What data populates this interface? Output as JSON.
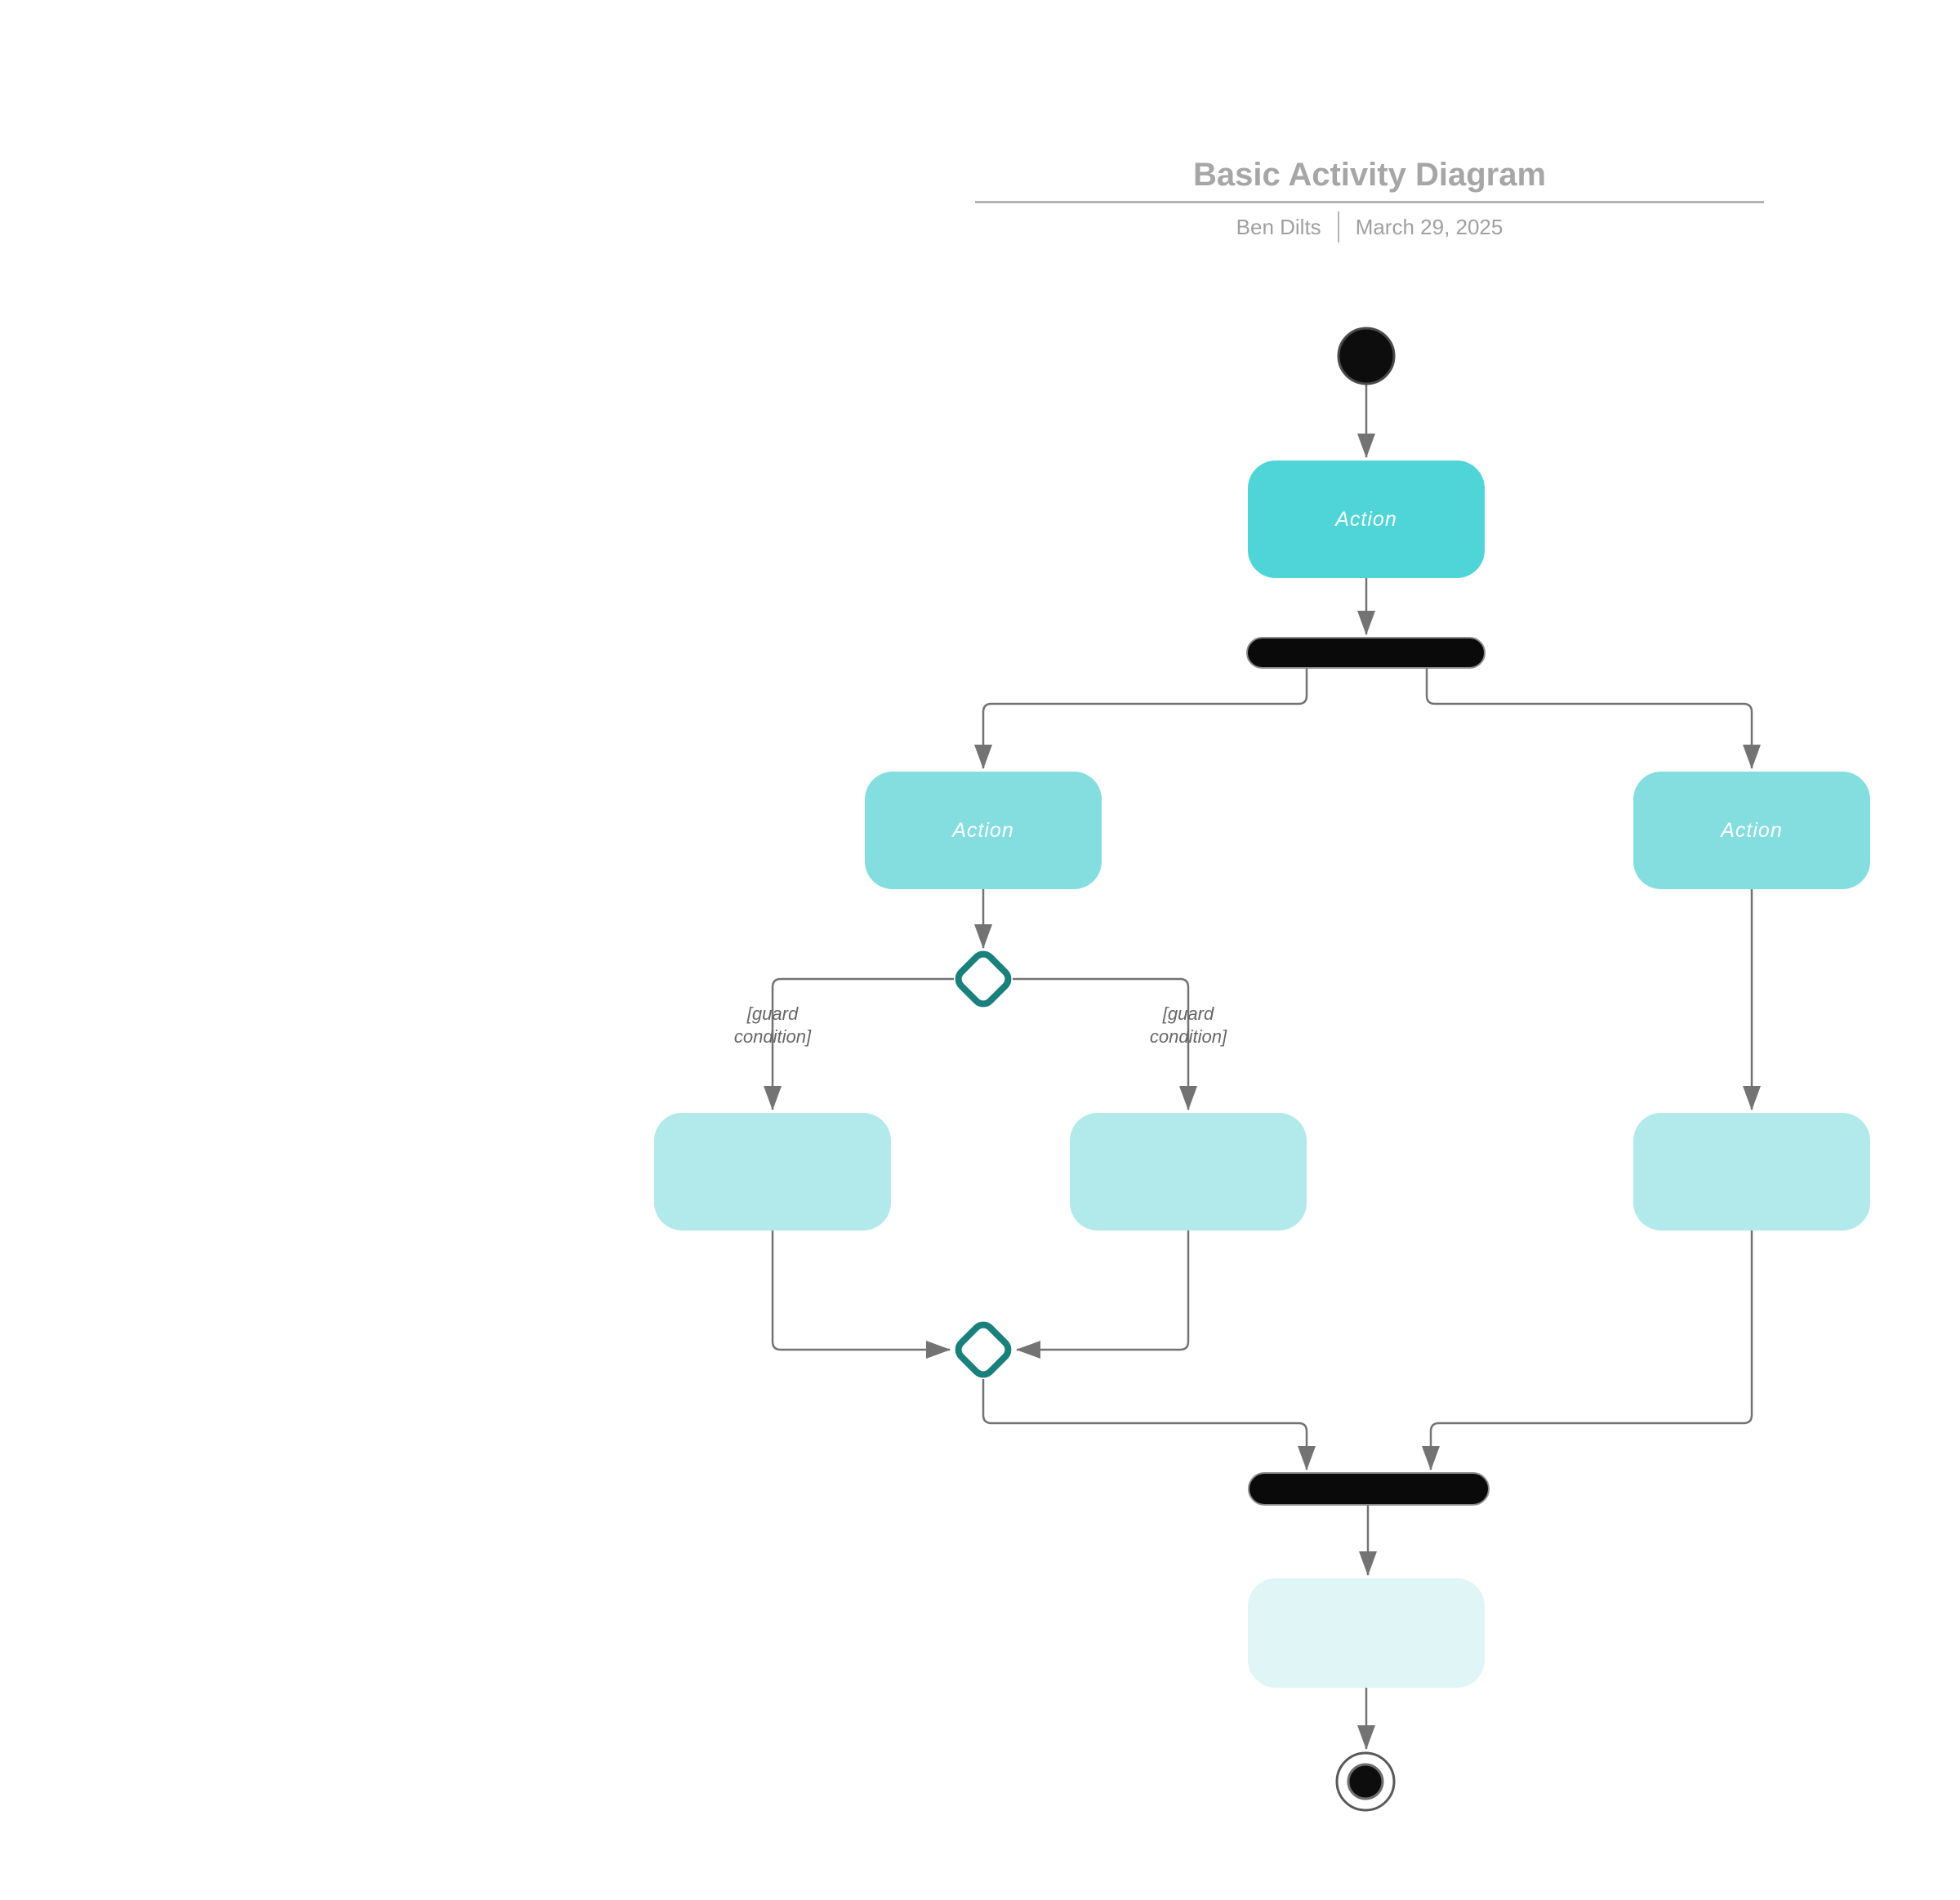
{
  "header": {
    "title": "Basic Activity Diagram",
    "author": "Ben Dilts",
    "date": "March 29, 2025"
  },
  "nodes": {
    "action_top": {
      "label": "Action"
    },
    "action_left": {
      "label": "Action"
    },
    "action_right": {
      "label": "Action"
    },
    "branch_left": {
      "label": ""
    },
    "branch_middle": {
      "label": ""
    },
    "branch_right": {
      "label": ""
    },
    "final_action": {
      "label": ""
    }
  },
  "edges": {
    "guard_left": "[guard condition]",
    "guard_right": "[guard condition]"
  },
  "colors": {
    "action_top_fill": "#4fd5d7",
    "action_side_fill": "#84dee0",
    "branch_fill": "#b2eaec",
    "final_fill": "#dff5f6",
    "decision_stroke": "#1a807c",
    "connector": "#737373",
    "bar_fill": "#0d0d0d",
    "title_text": "#a6a6a6",
    "byline_text": "#a0a0a0",
    "guard_text": "#666666"
  }
}
